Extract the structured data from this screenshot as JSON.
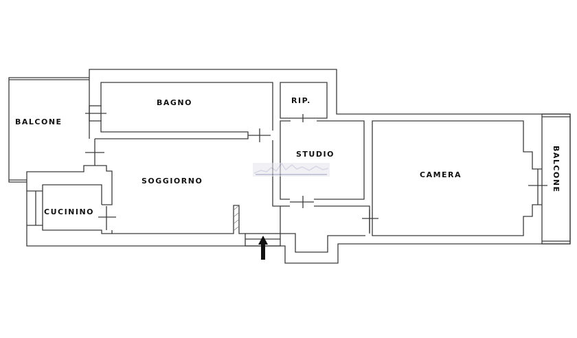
{
  "rooms": {
    "balcone_left": "BALCONE",
    "bagno": "BAGNO",
    "rip": "RIP.",
    "studio": "STUDIO",
    "soggiorno": "SOGGIORNO",
    "camera": "CAMERA",
    "cucinino": "CUCININO",
    "balcone_right": "BALCONE"
  },
  "colors": {
    "wall": "#3a3a3a",
    "arrow": "#111111",
    "watermark": "#b8b8d0"
  }
}
